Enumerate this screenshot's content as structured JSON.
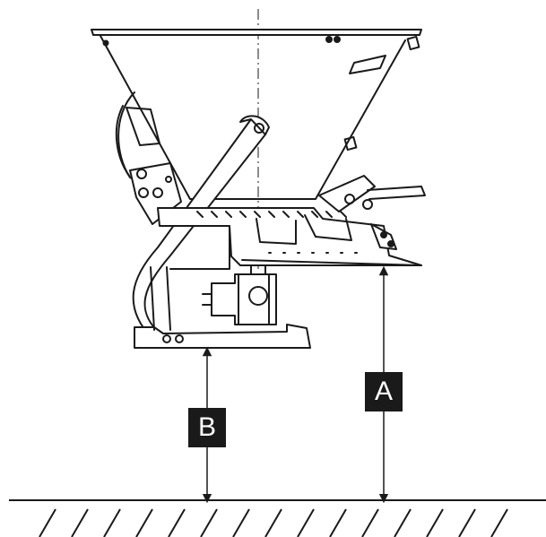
{
  "diagram": {
    "labels": {
      "a": "A",
      "b": "B"
    },
    "colors": {
      "stroke": "#1a1a1a",
      "label_bg": "#1a1a1a",
      "label_text": "#ffffff",
      "background": "#ffffff"
    },
    "icons": {
      "spreader": "salt-spreader-machine",
      "ground": "ground-hatch"
    }
  }
}
